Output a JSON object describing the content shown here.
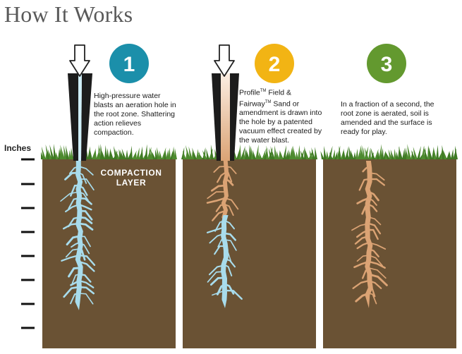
{
  "title": "How It Works",
  "inches_label": "Inches",
  "compaction_label_line1": "COMPACTION",
  "compaction_label_line2": "LAYER",
  "steps": [
    {
      "number": "1",
      "color": "#1b8faa",
      "text": "High-pressure water blasts an aeration hole in the root zone. Shattering action relieves compaction."
    },
    {
      "number": "2",
      "color": "#f2b414",
      "text": "Profile™ Field & Fairway™ Sand or amendment is drawn into the hole by a patented vacuum effect created by the water blast."
    },
    {
      "number": "3",
      "color": "#63992f",
      "text": "In a fraction of a second, the root zone is aerated, soil is amended and the surface is ready for play."
    }
  ],
  "colors": {
    "soil": "#6a5234",
    "grass": "#4d8a2e",
    "water": "#a8dcec",
    "sand": "#dba374",
    "nozzle": "#1c1c1c"
  }
}
